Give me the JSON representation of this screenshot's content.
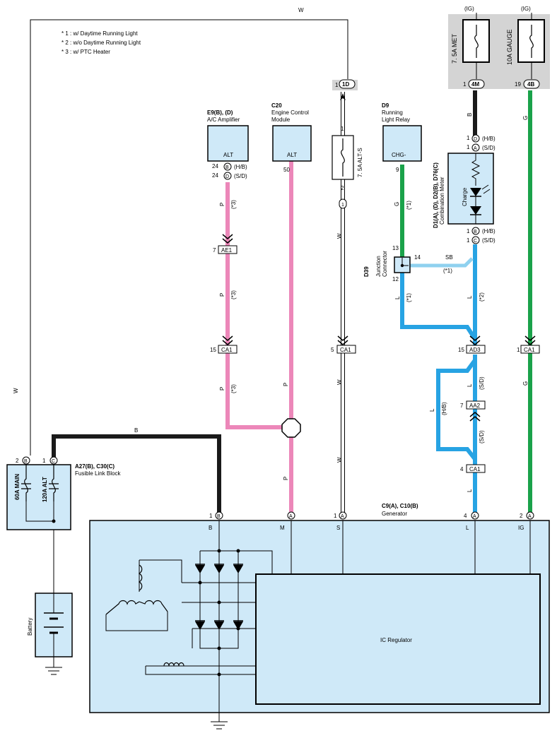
{
  "notes": {
    "n1": "* 1 : w/ Daytime Running Light",
    "n2": "* 2 : w/o Daytime Running Light",
    "n3": "* 3 : w/ PTC Heater"
  },
  "colors": {
    "black": "#1a1a1a",
    "pink": "#ec87b9",
    "green": "#1aa24a",
    "blue": "#27a3e3",
    "lightblue": "#8fd1ef",
    "white_wire": "#ffffff",
    "component": "#cfe9f8",
    "gray_block": "#d4d4d4"
  },
  "wires": {
    "w": "W",
    "b": "B",
    "p": "P",
    "g": "G",
    "l": "L",
    "sb": "SB"
  },
  "variants": {
    "v1": "(*1)",
    "v2": "(*2)",
    "v3": "(*3)",
    "hb": "(H/B)",
    "sd": "(S/D)"
  },
  "fuses": {
    "ig": "(IG)",
    "met": "7. 5A MET",
    "gauge": "10A GAUGE",
    "alt_s": "7. 5A ALT-S",
    "main": "60A MAIN",
    "alt": "120A ALT"
  },
  "connectors": {
    "c1d": "1D",
    "c4m": "4M",
    "c4b": "4B",
    "ae1": "AE1",
    "ca1": "CA1",
    "ad3": "AD3",
    "aa2": "AA2",
    "cB": "B",
    "cC": "C",
    "cD": "D",
    "cA": "A",
    "c1": "1"
  },
  "pins": {
    "p1": "1",
    "p2": "2",
    "p4": "4",
    "p5": "5",
    "p7": "7",
    "p9": "9",
    "p12": "12",
    "p13": "13",
    "p14": "14",
    "p15": "15",
    "p19": "19",
    "p24": "24",
    "p50": "50"
  },
  "components": {
    "e9_code": "E9(B), (D)",
    "e9_name": "A/C Amplifier",
    "c20_code": "C20",
    "c20_name1": "Engine Control",
    "c20_name2": "Module",
    "d9_code": "D9",
    "d9_name1": "Running",
    "d9_name2": "Light Relay",
    "alt": "ALT",
    "chg": "CHG-",
    "meter_code": "D1(A), (D), D2(B), D76(C)",
    "meter_name": "Combination Meter",
    "charge": "Charge",
    "d39_code": "D39",
    "d39_name1": "Junction",
    "d39_name2": "Connector",
    "fl_code": "A27(B), C30(C)",
    "fl_name": "Fusible Link Block",
    "gen_code": "C9(A), C10(B)",
    "gen_name": "Generator",
    "battery": "Battery",
    "ic": "IC Regulator"
  },
  "terminals": {
    "b": "B",
    "m": "M",
    "s": "S",
    "l": "L",
    "ig": "IG"
  }
}
